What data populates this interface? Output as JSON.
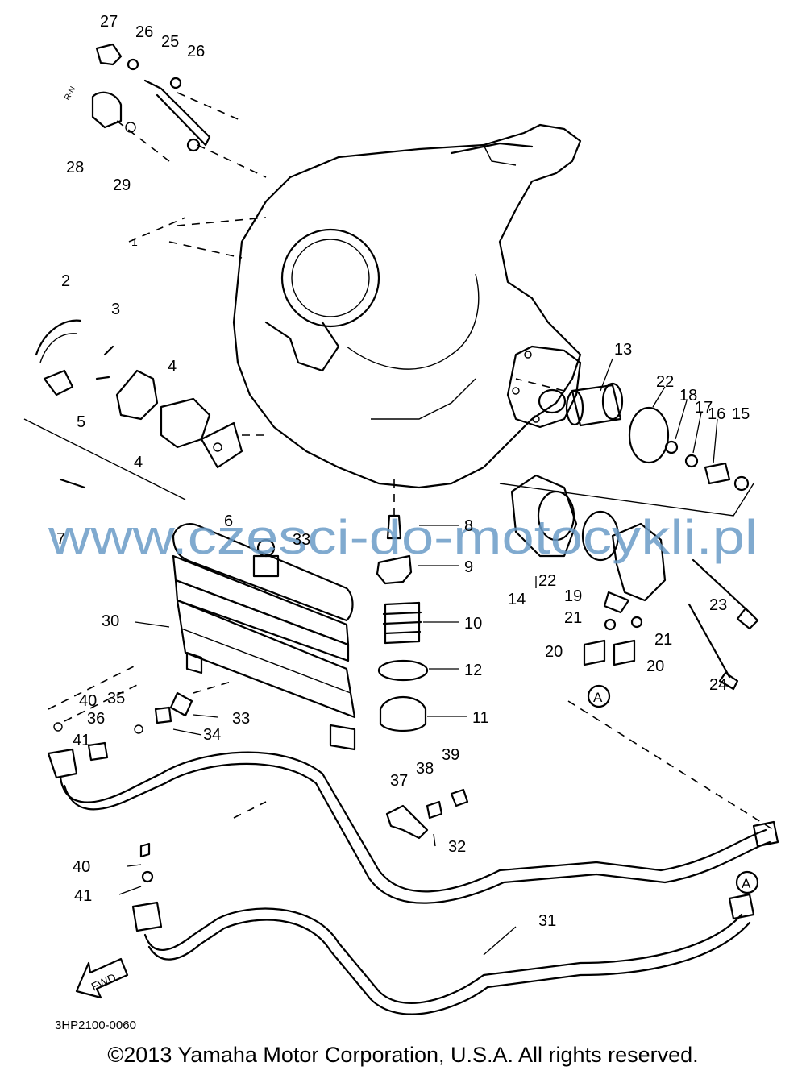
{
  "diagram": {
    "code": "3HP2100-0060",
    "fwd_label": "FWD",
    "connector_a": "A",
    "watermark": "www.czesci-do-motocykli.pl",
    "callouts": {
      "c1": "1",
      "c2": "2",
      "c3": "3",
      "c4a": "4",
      "c4b": "4",
      "c5": "5",
      "c6": "6",
      "c7": "7",
      "c8": "8",
      "c9": "9",
      "c10": "10",
      "c11": "11",
      "c12": "12",
      "c13": "13",
      "c14": "14",
      "c15": "15",
      "c16": "16",
      "c17": "17",
      "c18": "18",
      "c19": "19",
      "c20a": "20",
      "c20b": "20",
      "c21a": "21",
      "c21b": "21",
      "c22a": "22",
      "c22b": "22",
      "c23": "23",
      "c24": "24",
      "c25": "25",
      "c26a": "26",
      "c26b": "26",
      "c27": "27",
      "c28": "28",
      "c29": "29",
      "c30": "30",
      "c31": "31",
      "c32": "32",
      "c33a": "33",
      "c33b": "33",
      "c34": "34",
      "c35": "35",
      "c36": "36",
      "c37": "37",
      "c38": "38",
      "c39": "39",
      "c40a": "40",
      "c40b": "40",
      "c41a": "41",
      "c41b": "41"
    }
  },
  "footer": {
    "copyright": "©2013 Yamaha Motor Corporation, U.S.A. All rights reserved."
  },
  "colors": {
    "ink": "#000000",
    "watermark": "#6a9bc7",
    "background": "#ffffff"
  }
}
